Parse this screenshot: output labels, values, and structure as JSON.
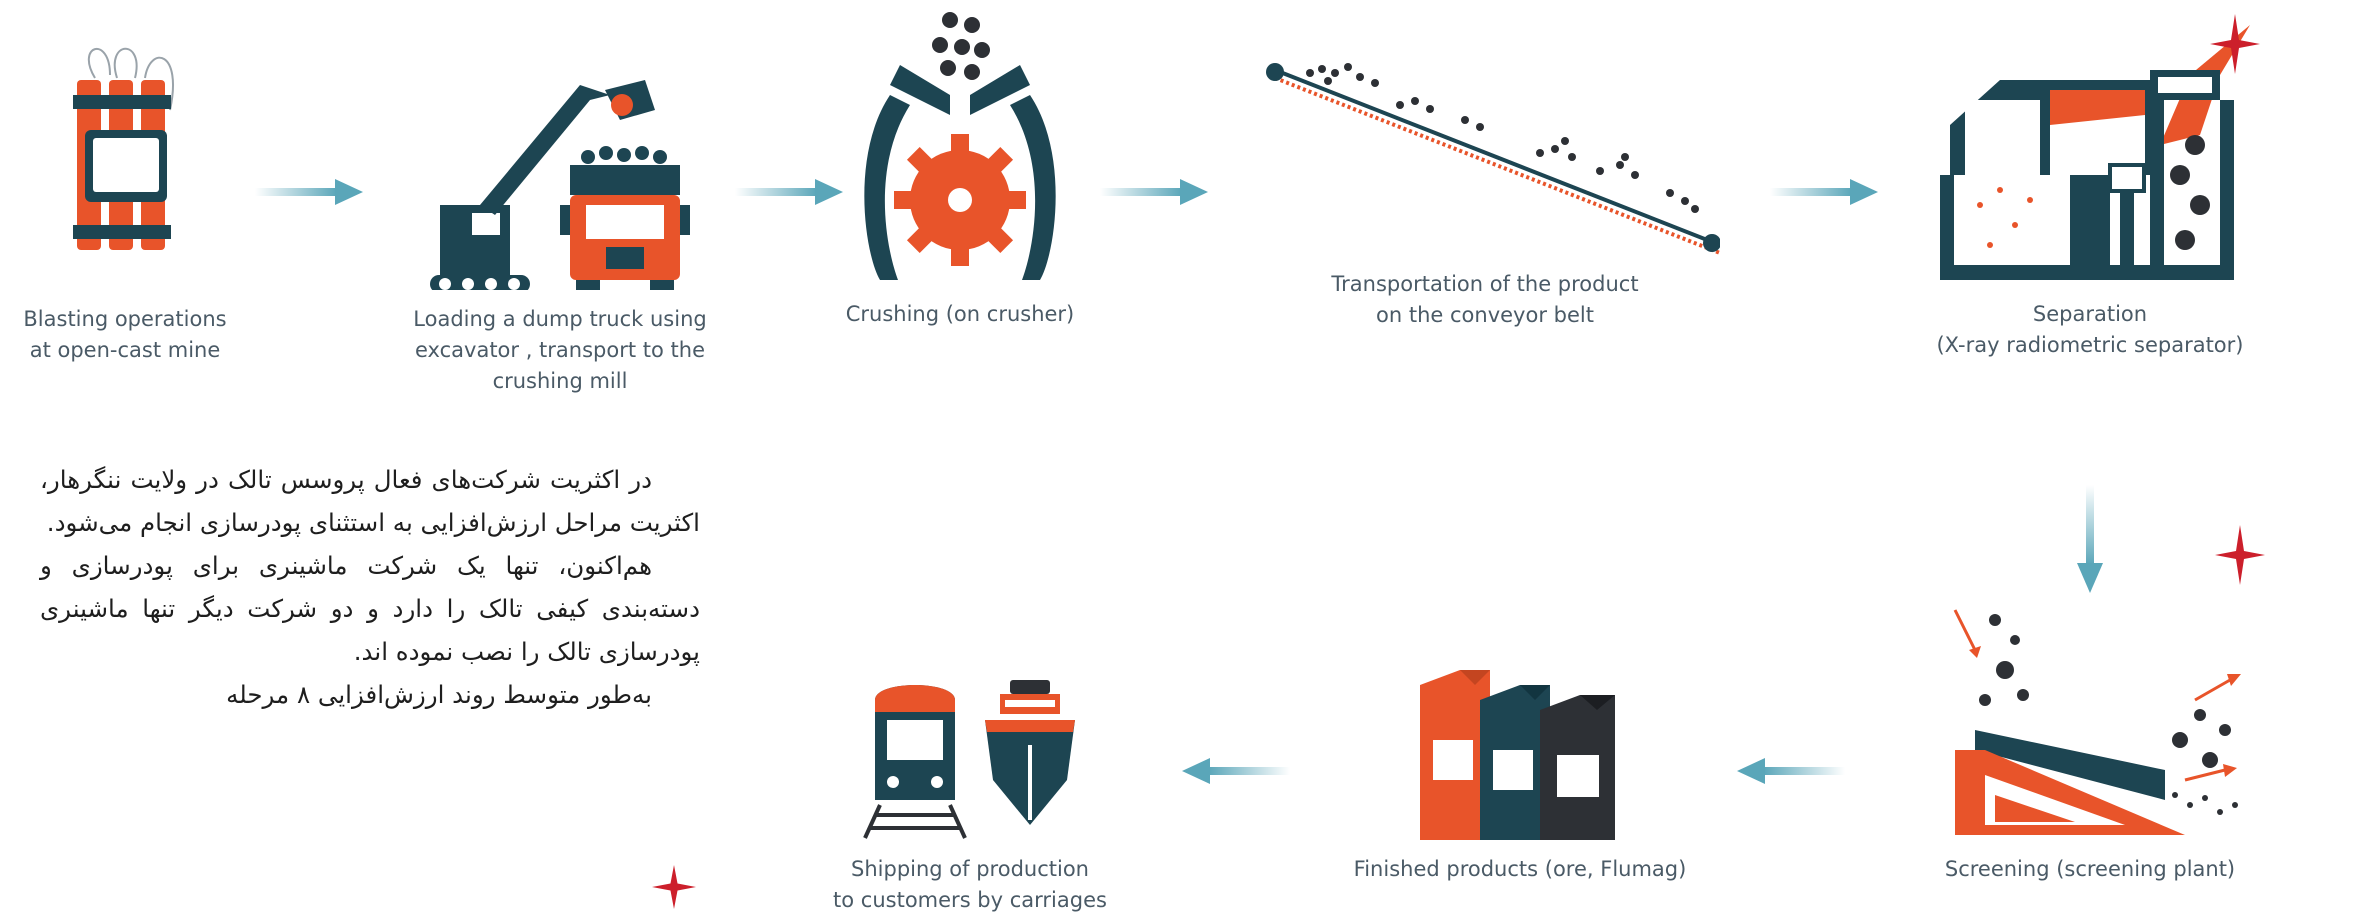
{
  "colors": {
    "orange": "#e8542a",
    "teal": "#1d4552",
    "dark": "#2d3035",
    "arrow": "#5aa6b9",
    "star": "#cc1f2b",
    "caption": "#4a5a66"
  },
  "stages": [
    {
      "id": "blasting",
      "icon": "dynamite-icon",
      "caption": "Blasting operations\nat open-cast mine"
    },
    {
      "id": "loading",
      "icon": "excavator-truck-icon",
      "caption": "Loading a dump truck using\nexcavator , transport to the\ncrushing mill"
    },
    {
      "id": "crushing",
      "icon": "crusher-icon",
      "caption": "Crushing (on crusher)"
    },
    {
      "id": "conveyor",
      "icon": "conveyor-belt-icon",
      "caption": "Transportation of the product\non the conveyor belt"
    },
    {
      "id": "separation",
      "icon": "xray-separator-icon",
      "caption": "Separation\n(X-ray radiometric separator)"
    },
    {
      "id": "screening",
      "icon": "screening-plant-icon",
      "caption": "Screening (screening plant)"
    },
    {
      "id": "finished",
      "icon": "product-bags-icon",
      "caption": "Finished products (ore, Flumag)"
    },
    {
      "id": "shipping",
      "icon": "train-ship-icon",
      "caption": "Shipping of production\nto customers by carriages"
    }
  ],
  "persian_text": {
    "p1": "در اکثریت شرکت‌های فعال پروسس تالک در ولایت ننگرهار، اکثریت مراحل ارزش‌افزایی به استثنای پودرسازی انجام می‌شود.",
    "p2": "هم‌اکنون، تنها یک شرکت ماشینری برای پودرسازی و دسته‌بندی کیفی تالک را دارد و دو شرکت دیگر تنها ماشینری پودرسازی تالک را نصب نموده اند.",
    "p3": "به‌طور متوسط روند ارزش‌افزایی ۸ مرحله"
  }
}
